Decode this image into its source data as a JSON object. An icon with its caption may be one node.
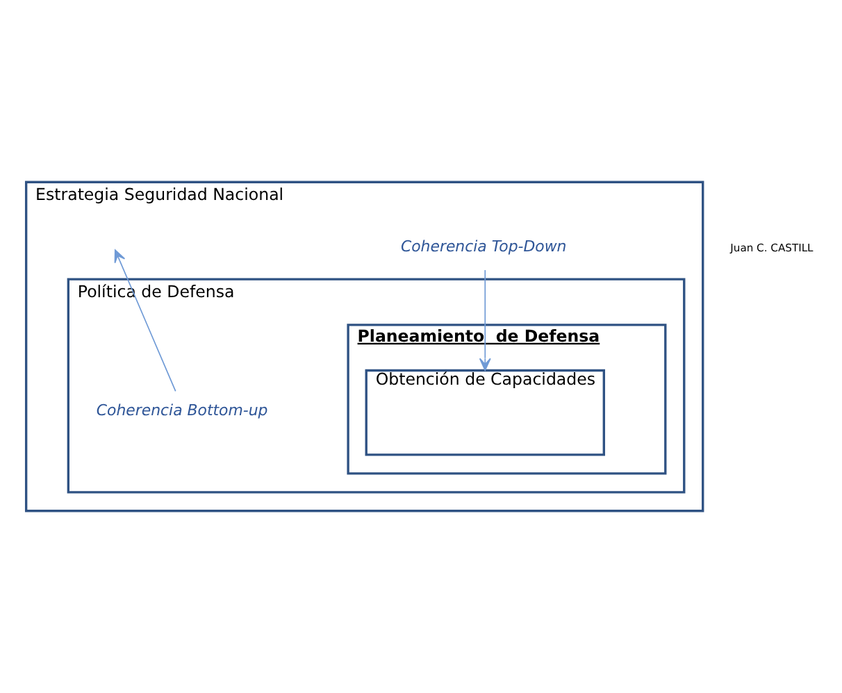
{
  "diagram": {
    "nodes": [
      {
        "text": [
          "Estrategia Seguridad Nacional"
        ]
      },
      {
        "text": [
          "Política de Defensa"
        ],
        "in": 0
      },
      {
        "text": [
          "Planeamiento  de Defensa"
        ],
        "in": 1
      },
      {
        "text": [
          "Obtención de Capacidades"
        ],
        "in": 2
      },
      {
        "text": [
          "Coherencia Top-Down"
        ],
        "in": 0
      },
      {
        "text": [
          "Coherencia Bottom-up"
        ],
        "in": 1
      }
    ],
    "edges": [
      {
        "from": 4,
        "to": 3,
        "arrow": "to"
      },
      {
        "from": 5,
        "to": null,
        "arrow": "to"
      }
    ],
    "labels": [
      "Juan C. CASTILL"
    ]
  }
}
